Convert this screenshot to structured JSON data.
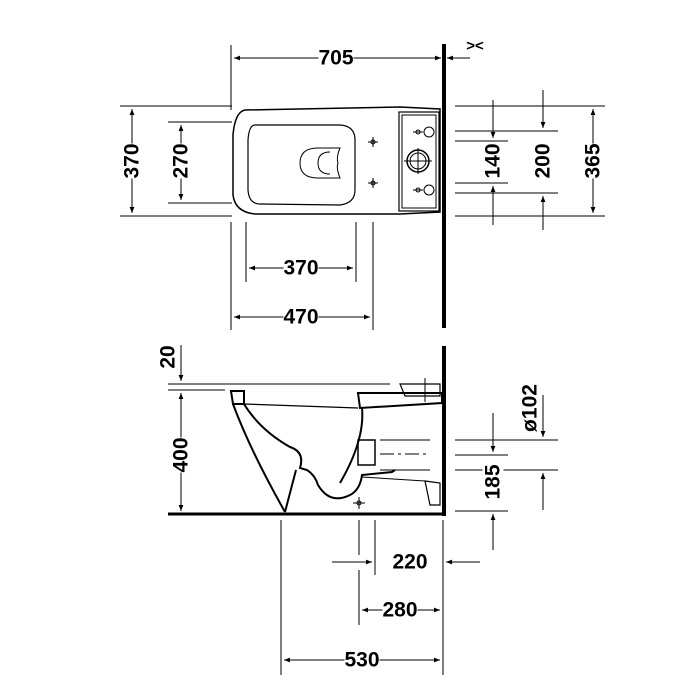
{
  "drawing": {
    "type": "toilet technical drawing",
    "views": [
      "top-view",
      "side-view"
    ],
    "line_color": "#000000",
    "background": "#ffffff"
  },
  "top_view": {
    "overall_depth": "705",
    "wall_gap_symbol": "><",
    "overall_width": "370",
    "seat_width": "270",
    "bowl_opening_length": "370",
    "seat_mount_length": "470",
    "fixing_spacing": "140",
    "tank_fixing_spacing": "200",
    "tank_width": "365"
  },
  "side_view": {
    "seat_thickness": "20",
    "rim_height": "400",
    "outlet_diameter": "ø102",
    "outlet_height": "185",
    "outlet_to_wall": "220",
    "fixing_to_wall": "280",
    "overall_depth": "530"
  }
}
